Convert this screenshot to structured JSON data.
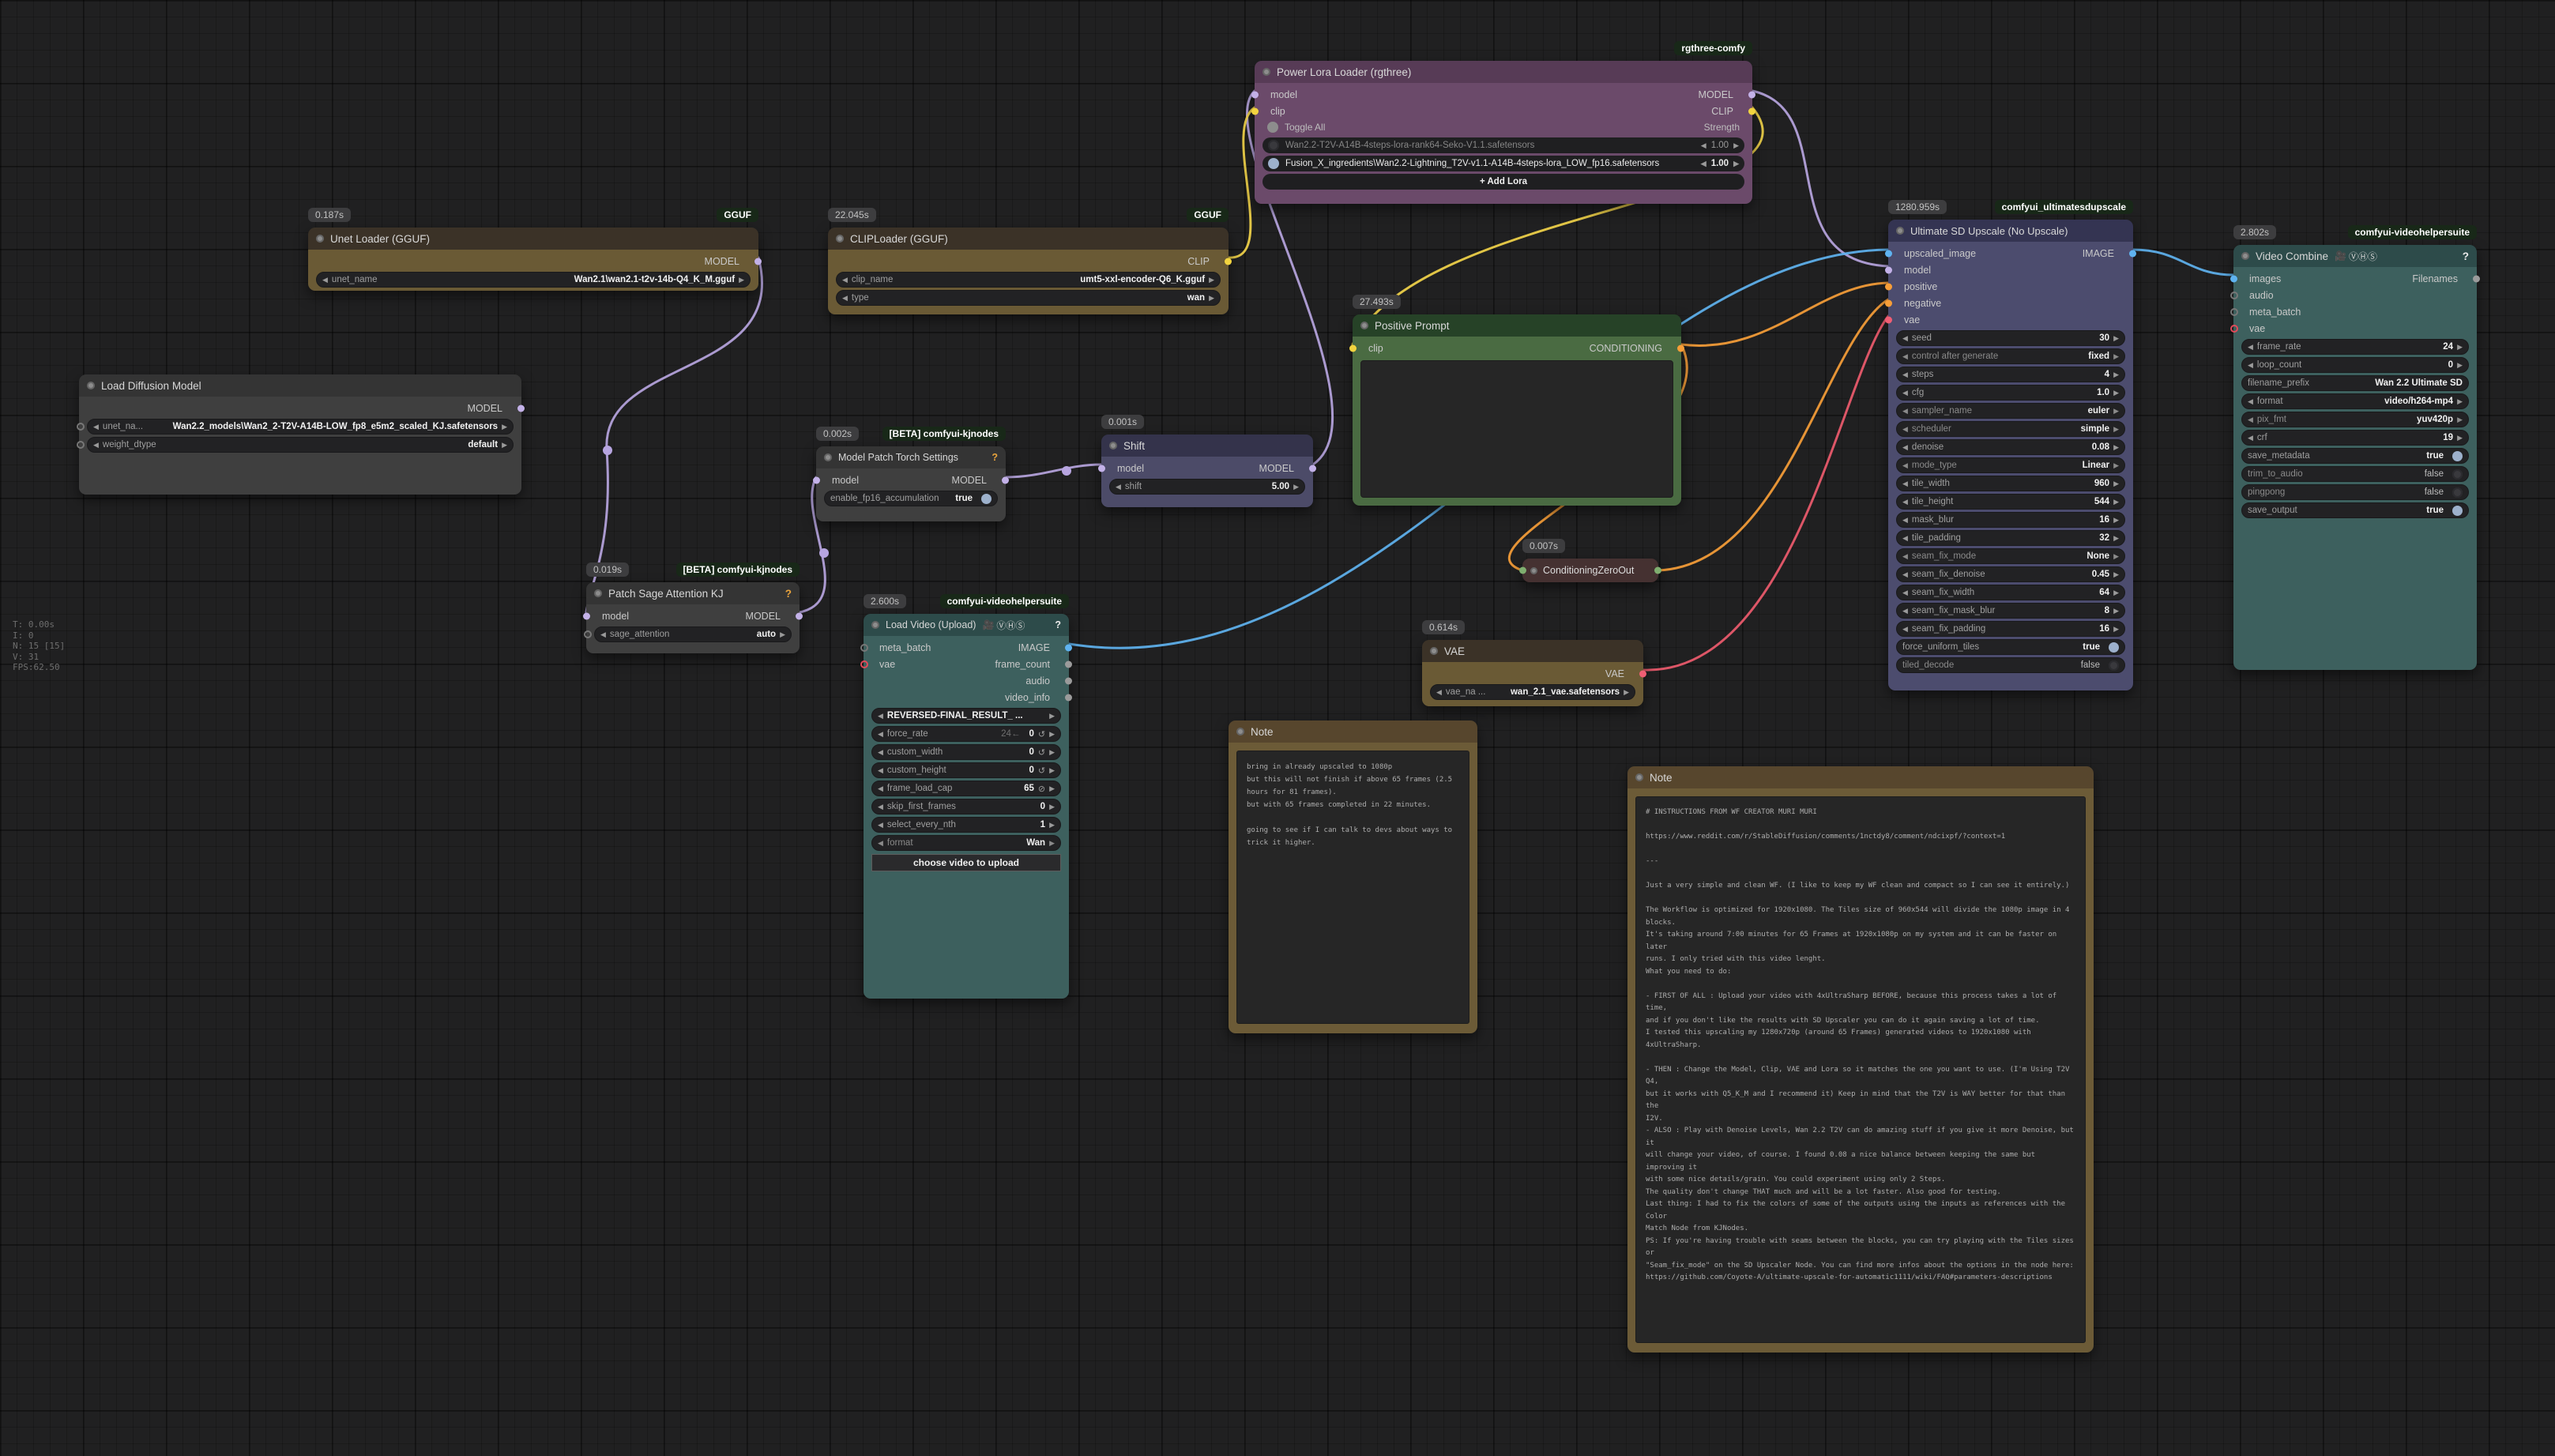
{
  "colors": {
    "wire_model": "#b7a5e0",
    "wire_clip": "#f2d44a",
    "wire_conditioning": "#f79e38",
    "wire_image": "#5fb3f0",
    "wire_vae": "#ee5b6e",
    "tag_bg": "#182818",
    "badge_bg": "#3d3d3f"
  },
  "icons": {
    "left": "◀",
    "right": "▶",
    "refresh": "↺",
    "block": "⊘",
    "camera": "🎥",
    "vhs": "ⓋⒽⓈ",
    "help": "?"
  },
  "hud": {
    "lines": [
      "T: 0.00s",
      "I: 0",
      "N: 15 [15]",
      "V: 31",
      "FPS:62.50"
    ]
  },
  "nodes": {
    "ldm": {
      "title": "Load Diffusion Model",
      "out": "MODEL",
      "widgets": [
        {
          "label": "unet_na...",
          "value": "Wan2.2_models\\Wan2_2-T2V-A14B-LOW_fp8_e5m2_scaled_KJ.safetensors"
        },
        {
          "label": "weight_dtype",
          "value": "default"
        }
      ]
    },
    "unet": {
      "time": "0.187s",
      "tag": "GGUF",
      "title": "Unet Loader (GGUF)",
      "out": "MODEL",
      "widgets": [
        {
          "label": "unet_name",
          "value": "Wan2.1\\wan2.1-t2v-14b-Q4_K_M.gguf"
        }
      ]
    },
    "clip": {
      "time": "22.045s",
      "tag": "GGUF",
      "title": "CLIPLoader (GGUF)",
      "out": "CLIP",
      "widgets": [
        {
          "label": "clip_name",
          "value": "umt5-xxl-encoder-Q6_K.gguf"
        },
        {
          "label": "type",
          "value": "wan"
        }
      ]
    },
    "plora": {
      "tag": "rgthree-comfy",
      "title": "Power Lora Loader (rgthree)",
      "inputs": [
        "model",
        "clip"
      ],
      "outputs": [
        "MODEL",
        "CLIP"
      ],
      "toggle_all": "Toggle All",
      "strength_header": "Strength",
      "loras": [
        {
          "name": "Wan2.2-T2V-A14B-4steps-lora-rank64-Seko-V1.1.safetensors",
          "strength": "1.00",
          "enabled": "false"
        },
        {
          "name": "Fusion_X_ingredients\\Wan2.2-Lightning_T2V-v1.1-A14B-4steps-lora_LOW_fp16.safetensors",
          "strength": "1.00",
          "enabled": "true"
        }
      ],
      "add_button": "+ Add Lora"
    },
    "mpts": {
      "time": "0.002s",
      "tag": "[BETA] comfyui-kjnodes",
      "title": "Model Patch Torch Settings",
      "in": "model",
      "out": "MODEL",
      "toggle": {
        "label": "enable_fp16_accumulation",
        "value": "true"
      }
    },
    "shift": {
      "time": "0.001s",
      "title": "Shift",
      "in": "model",
      "out": "MODEL",
      "widgets": [
        {
          "label": "shift",
          "value": "5.00"
        }
      ]
    },
    "pprompt": {
      "time": "27.493s",
      "title": "Positive Prompt",
      "in": "clip",
      "out": "CONDITIONING",
      "text": ""
    },
    "sage": {
      "time": "0.019s",
      "tag": "[BETA] comfyui-kjnodes",
      "title": "Patch Sage Attention KJ",
      "in": "model",
      "out": "MODEL",
      "widgets": [
        {
          "label": "sage_attention",
          "value": "auto"
        }
      ]
    },
    "lvideo": {
      "time": "2.600s",
      "tag": "comfyui-videohelpersuite",
      "title": "Load Video (Upload)",
      "inputs": [
        "meta_batch",
        "vae"
      ],
      "outputs": [
        "IMAGE",
        "frame_count",
        "audio",
        "video_info"
      ],
      "video_value": "REVERSED-FINAL_RESULT_ ...",
      "widgets": [
        {
          "label": "force_rate",
          "ghost": "24←",
          "value": "0"
        },
        {
          "label": "custom_width",
          "value": "0"
        },
        {
          "label": "custom_height",
          "value": "0"
        },
        {
          "label": "frame_load_cap",
          "value": "65"
        },
        {
          "label": "skip_first_frames",
          "value": "0"
        },
        {
          "label": "select_every_nth",
          "value": "1"
        },
        {
          "label": "format",
          "value": "Wan"
        }
      ],
      "upload_button": "choose video to upload"
    },
    "czo": {
      "time": "0.007s",
      "title": "ConditioningZeroOut"
    },
    "vae": {
      "time": "0.614s",
      "title": "VAE",
      "out": "VAE",
      "widgets": [
        {
          "label": "vae_na ...",
          "value": "wan_2.1_vae.safetensors"
        }
      ]
    },
    "usdu": {
      "time": "1280.959s",
      "tag": "comfyui_ultimatesdupscale",
      "title": "Ultimate SD Upscale (No Upscale)",
      "inputs": [
        "upscaled_image",
        "model",
        "positive",
        "negative",
        "vae"
      ],
      "out": "IMAGE",
      "widgets": [
        {
          "label": "seed",
          "value": "30"
        },
        {
          "label": "control after generate",
          "value": "fixed"
        },
        {
          "label": "steps",
          "value": "4"
        },
        {
          "label": "cfg",
          "value": "1.0"
        },
        {
          "label": "sampler_name",
          "value": "euler"
        },
        {
          "label": "scheduler",
          "value": "simple"
        },
        {
          "label": "denoise",
          "value": "0.08"
        },
        {
          "label": "mode_type",
          "value": "Linear"
        },
        {
          "label": "tile_width",
          "value": "960"
        },
        {
          "label": "tile_height",
          "value": "544"
        },
        {
          "label": "mask_blur",
          "value": "16"
        },
        {
          "label": "tile_padding",
          "value": "32"
        },
        {
          "label": "seam_fix_mode",
          "value": "None"
        },
        {
          "label": "seam_fix_denoise",
          "value": "0.45"
        },
        {
          "label": "seam_fix_width",
          "value": "64"
        },
        {
          "label": "seam_fix_mask_blur",
          "value": "8"
        },
        {
          "label": "seam_fix_padding",
          "value": "16"
        },
        {
          "label": "force_uniform_tiles",
          "value": "true"
        },
        {
          "label": "tiled_decode",
          "value": "false"
        }
      ]
    },
    "vcombine": {
      "time": "2.802s",
      "tag": "comfyui-videohelpersuite",
      "title": "Video Combine",
      "inputs": [
        "images",
        "audio",
        "meta_batch",
        "vae"
      ],
      "out": "Filenames",
      "widgets": [
        {
          "label": "frame_rate",
          "value": "24"
        },
        {
          "label": "loop_count",
          "value": "0"
        },
        {
          "label": "filename_prefix",
          "value": "Wan 2.2 Ultimate SD"
        },
        {
          "label": "format",
          "value": "video/h264-mp4"
        },
        {
          "label": "pix_fmt",
          "value": "yuv420p"
        },
        {
          "label": "crf",
          "value": "19"
        },
        {
          "label": "save_metadata",
          "value": "true"
        },
        {
          "label": "trim_to_audio",
          "value": "false"
        },
        {
          "label": "pingpong",
          "value": "false"
        },
        {
          "label": "save_output",
          "value": "true"
        }
      ]
    },
    "note1": {
      "title": "Note",
      "text": "bring in already upscaled to 1080p\nbut this will not finish if above 65 frames (2.5\nhours for 81 frames).\nbut with 65 frames completed in 22 minutes.\n\ngoing to see if I can talk to devs about ways to\ntrick it higher."
    },
    "note2": {
      "title": "Note",
      "text": "# INSTRUCTIONS FROM WF CREATOR MURI MURI\n\nhttps://www.reddit.com/r/StableDiffusion/comments/1nctdy8/comment/ndcixpf/?context=1\n\n---\n\nJust a very simple and clean WF. (I like to keep my WF clean and compact so I can see it entirely.)\n\nThe Workflow is optimized for 1920x1080. The Tiles size of 960x544 will divide the 1080p image in 4\nblocks.\nIt's taking around 7:00 minutes for 65 Frames at 1920x1080p on my system and it can be faster on later\nruns. I only tried with this video lenght.\nWhat you need to do:\n\n- FIRST OF ALL : Upload your video with 4xUltraSharp BEFORE, because this process takes a lot of time,\nand if you don't like the results with SD Upscaler you can do it again saving a lot of time.\nI tested this upscaling my 1280x720p (around 65 Frames) generated videos to 1920x1080 with 4xUltraSharp.\n\n- THEN : Change the Model, Clip, VAE and Lora so it matches the one you want to use. (I'm Using T2V Q4,\nbut it works with Q5_K_M and I recommend it) Keep in mind that the T2V is WAY better for that than the\nI2V.\n- ALSO : Play with Denoise Levels, Wan 2.2 T2V can do amazing stuff if you give it more Denoise, but it\nwill change your video, of course. I found 0.08 a nice balance between keeping the same but improving it\nwith some nice details/grain. You could experiment using only 2 Steps.\nThe quality don't change THAT much and will be a lot faster. Also good for testing.\nLast thing: I had to fix the colors of some of the outputs using the inputs as references with the Color\nMatch Node from KJNodes.\nPS: If you're having trouble with seams between the blocks, you can try playing with the Tiles sizes or\n\"Seam_fix_mode\" on the SD Upscaler Node. You can find more infos about the options in the node here:\nhttps://github.com/Coyote-A/ultimate-upscale-for-automatic1111/wiki/FAQ#parameters-descriptions"
    }
  }
}
